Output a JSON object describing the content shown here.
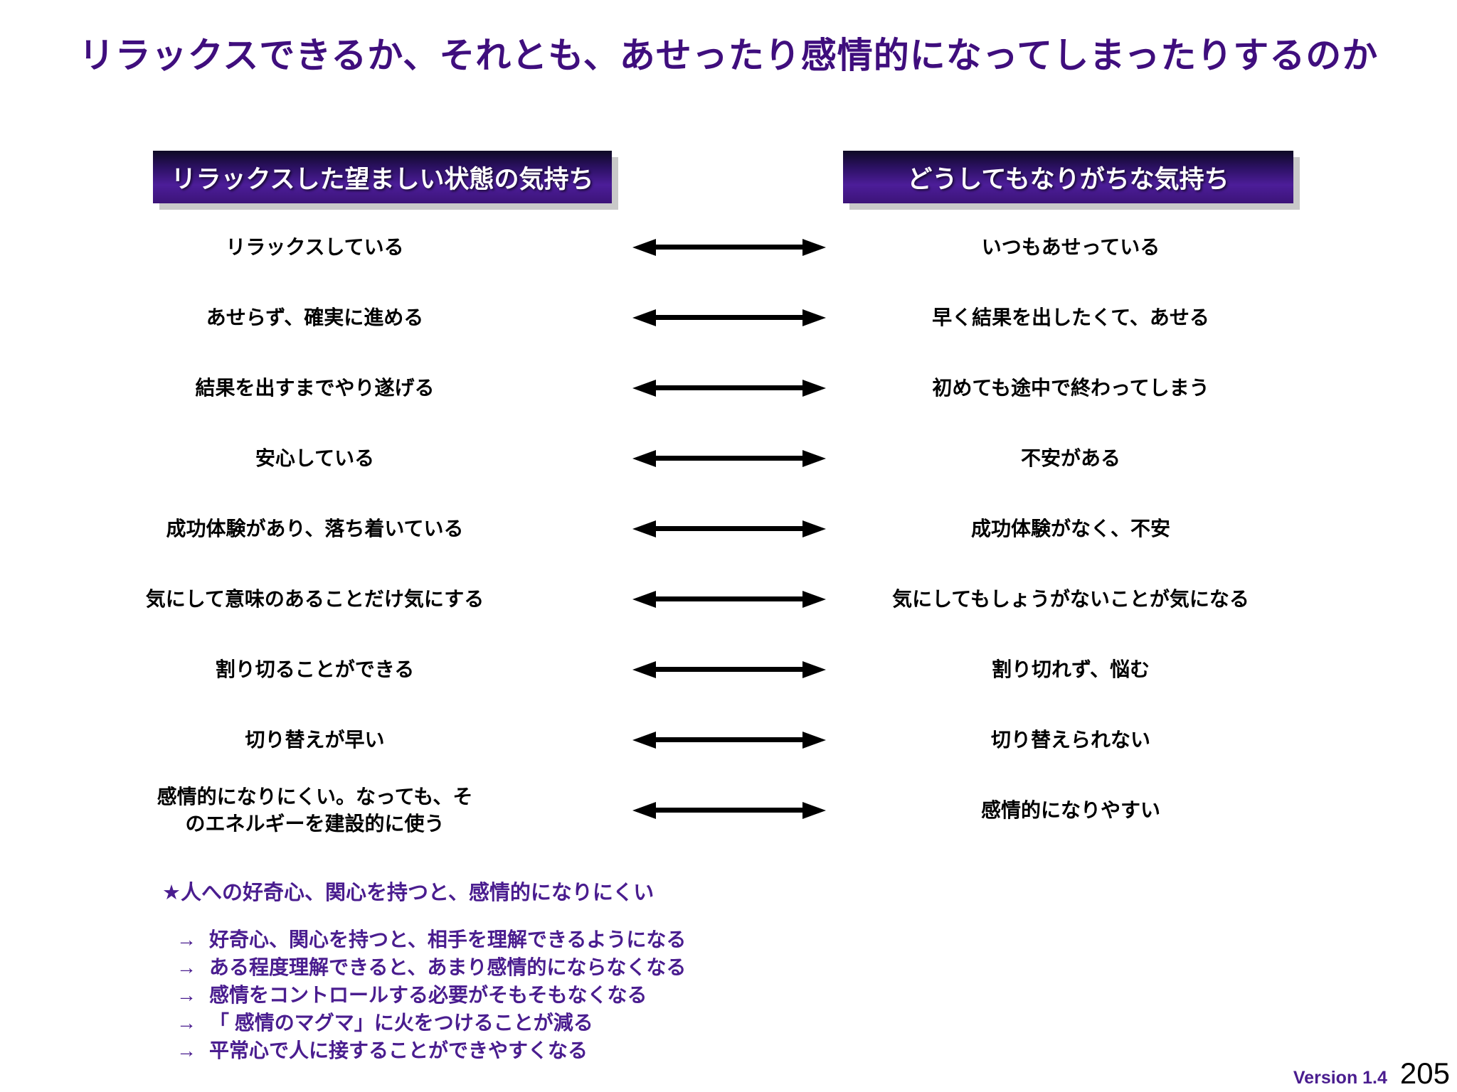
{
  "slide": {
    "title": "リラックスできるか、それとも、あせったり感情的になってしまったりするのか"
  },
  "headers": {
    "left": "リラックスした望ましい状態の気持ち",
    "right": "どうしてもなりがちな気持ち"
  },
  "rows": [
    {
      "left": "リラックスしている",
      "right": "いつもあせっている"
    },
    {
      "left": "あせらず、確実に進める",
      "right": "早く結果を出したくて、あせる"
    },
    {
      "left": "結果を出すまでやり遂げる",
      "right": "初めても途中で終わってしまう"
    },
    {
      "left": "安心している",
      "right": "不安がある"
    },
    {
      "left": "成功体験があり、落ち着いている",
      "right": "成功体験がなく、不安"
    },
    {
      "left": "気にして意味のあることだけ気にする",
      "right": "気にしてもしょうがないことが気になる"
    },
    {
      "left": "割り切ることができる",
      "right": "割り切れず、悩む"
    },
    {
      "left": "切り替えが早い",
      "right": "切り替えられない"
    },
    {
      "left": "感情的になりにくい。なっても、そ\nのエネルギーを建設的に使う",
      "right": "感情的になりやすい"
    }
  ],
  "note": {
    "star": "★人への好奇心、関心を持つと、感情的になりにくい",
    "arrow": "→",
    "items": [
      "好奇心、関心を持つと、相手を理解できるようになる",
      "ある程度理解できると、あまり感情的にならなくなる",
      "感情をコントロールする必要がそもそもなくなる",
      "「 感情のマグマ」に火をつけることが減る",
      "平常心で人に接することができやすくなる"
    ]
  },
  "footer": {
    "version": "Version 1.4",
    "page": "205"
  },
  "colors": {
    "title_purple": "#3f0e7d",
    "note_purple": "#4a1d8f",
    "header_gradient_top": "#0e0a24",
    "header_gradient_mid": "#4c1d99",
    "header_text": "#ffffff",
    "arrow_black": "#000000",
    "shadow_gray": "#c9c9c9"
  }
}
